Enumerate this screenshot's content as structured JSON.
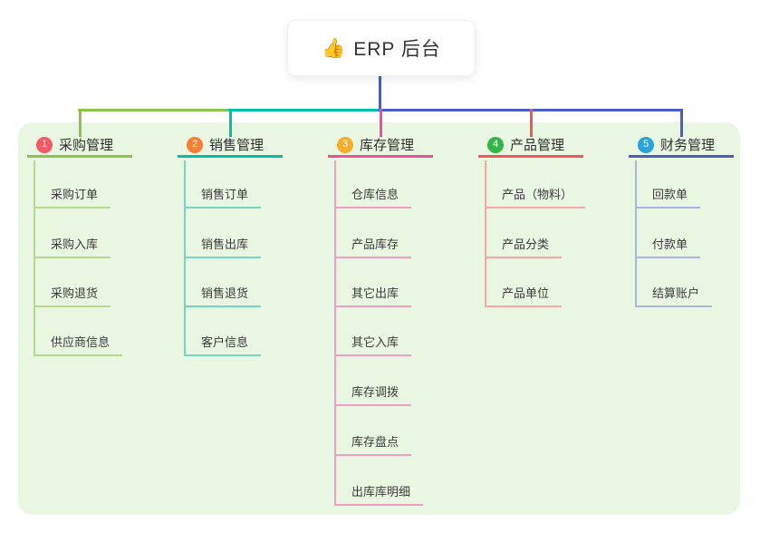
{
  "root": {
    "icon_glyph": "👍",
    "label": "ERP 后台"
  },
  "panel": {
    "background": "#e9f6e2"
  },
  "root_connector_color": "#4a5cc6",
  "branches": [
    {
      "num": "1",
      "label": "采购管理",
      "badge_color": "#f45964",
      "line_color": "#8bc44a",
      "child_line_color": "#b5da8f",
      "children": [
        "采购订单",
        "采购入库",
        "采购退货",
        "供应商信息"
      ]
    },
    {
      "num": "2",
      "label": "销售管理",
      "badge_color": "#f67d33",
      "line_color": "#00bfa9",
      "child_line_color": "#76d4c4",
      "children": [
        "销售订单",
        "销售出库",
        "销售退货",
        "客户信息"
      ]
    },
    {
      "num": "3",
      "label": "库存管理",
      "badge_color": "#f9ab2b",
      "line_color": "#ee4f9e",
      "child_line_color": "#f29dc6",
      "children": [
        "仓库信息",
        "产品库存",
        "其它出库",
        "其它入库",
        "库存调拨",
        "库存盘点",
        "出库库明细"
      ]
    },
    {
      "num": "4",
      "label": "产品管理",
      "badge_color": "#35b44a",
      "line_color": "#f6555b",
      "child_line_color": "#f9a6a9",
      "children": [
        "产品（物料）",
        "产品分类",
        "产品单位"
      ]
    },
    {
      "num": "5",
      "label": "财务管理",
      "badge_color": "#2aa3dc",
      "line_color": "#4a5cc6",
      "child_line_color": "#a7b4e4",
      "children": [
        "回款单",
        "付款单",
        "结算账户"
      ]
    }
  ]
}
